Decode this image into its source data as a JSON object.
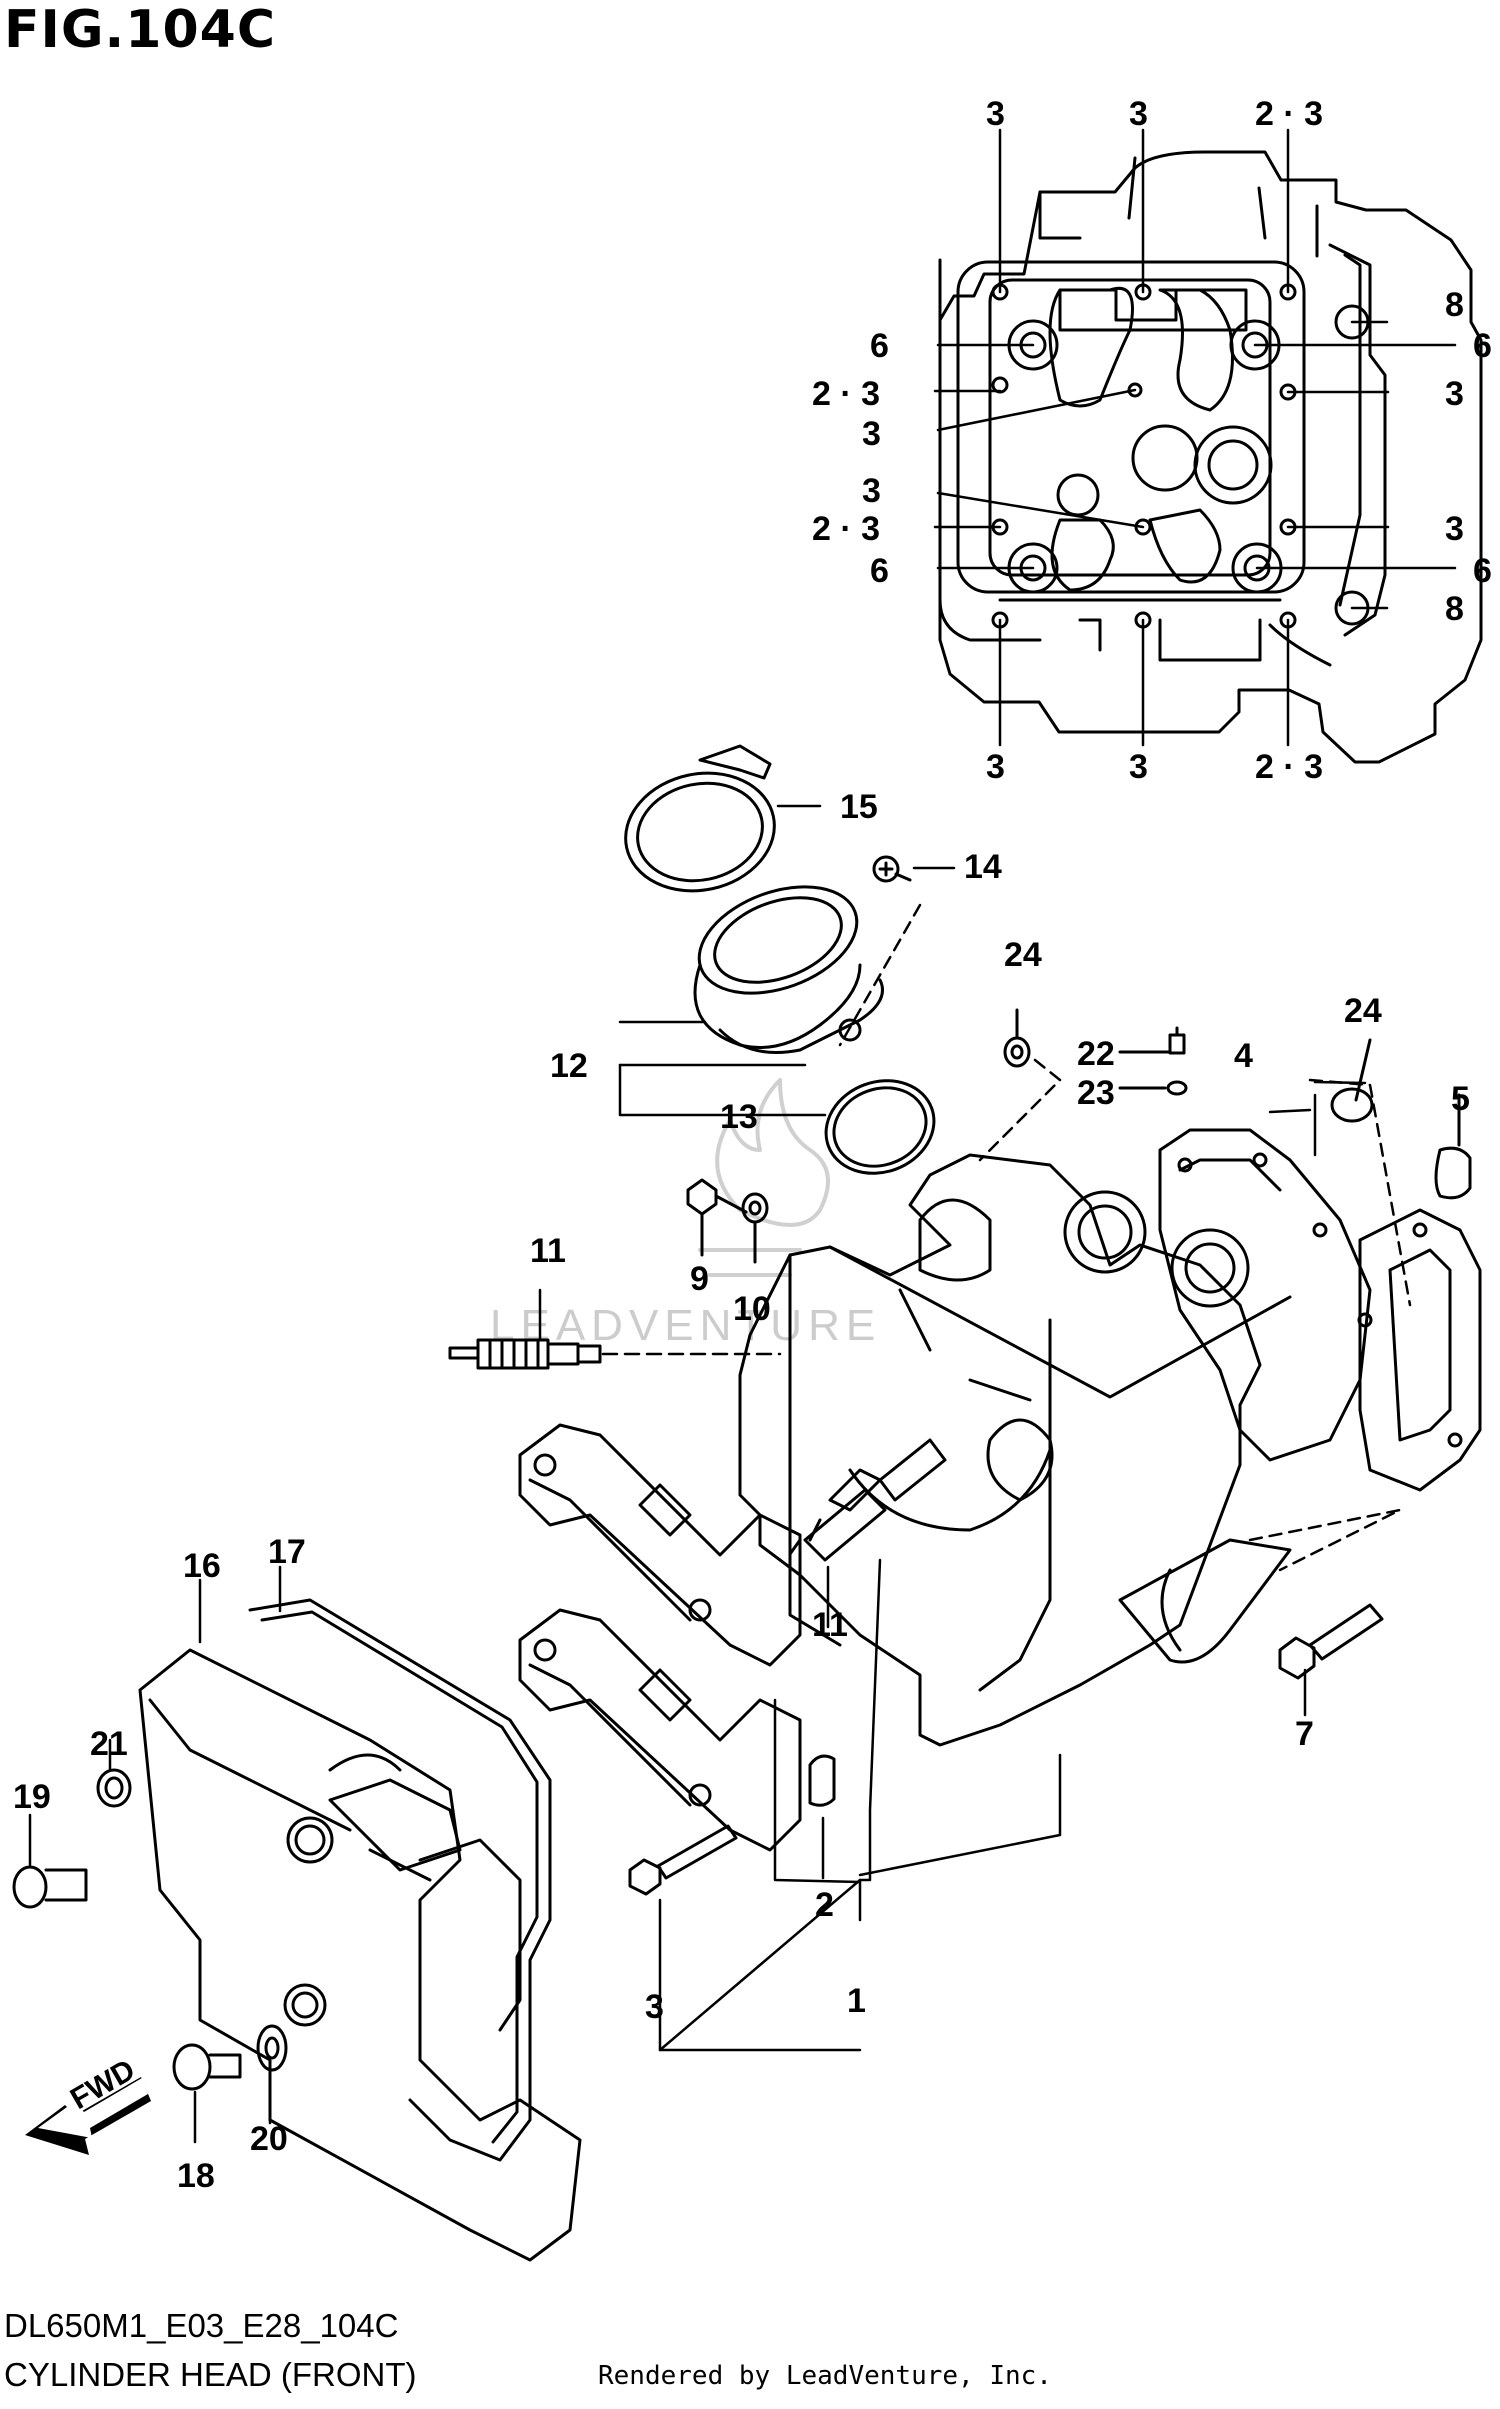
{
  "figure": {
    "title": "FIG.104C",
    "model_code": "DL650M1_E03_E28_104C",
    "section_name": "CYLINDER HEAD (FRONT)",
    "render_credit": "Rendered by LeadVenture, Inc.",
    "watermark": "LEADVENTURE",
    "fwd_label": "FWD"
  },
  "callouts": {
    "top_head": {
      "c_3_a": "3",
      "c_3_b": "3",
      "c_23_top": "2 · 3",
      "c_8_top": "8",
      "c_6_ul": "6",
      "c_6_ur": "6",
      "c_23_left1": "2 · 3",
      "c_3_right1": "3",
      "c_3_mid1": "3",
      "c_3_mid2": "3",
      "c_23_left2": "2 · 3",
      "c_3_right2": "3",
      "c_6_ll": "6",
      "c_6_lr": "6",
      "c_8_bot": "8",
      "c_3_bot_a": "3",
      "c_3_bot_b": "3",
      "c_23_bot": "2 · 3"
    },
    "main": {
      "c_15": "15",
      "c_14": "14",
      "c_24_a": "24",
      "c_24_b": "24",
      "c_22": "22",
      "c_23": "23",
      "c_4": "4",
      "c_5": "5",
      "c_12": "12",
      "c_13": "13",
      "c_11_a": "11",
      "c_9": "9",
      "c_10": "10",
      "c_11_b": "11",
      "c_16": "16",
      "c_17": "17",
      "c_21": "21",
      "c_19": "19",
      "c_7": "7",
      "c_2": "2",
      "c_1": "1",
      "c_3": "3",
      "c_20": "20",
      "c_18": "18"
    }
  },
  "icons": {
    "fwd_arrow": "fwd-arrow-icon",
    "watermark_logo": "flame-logo-icon"
  }
}
